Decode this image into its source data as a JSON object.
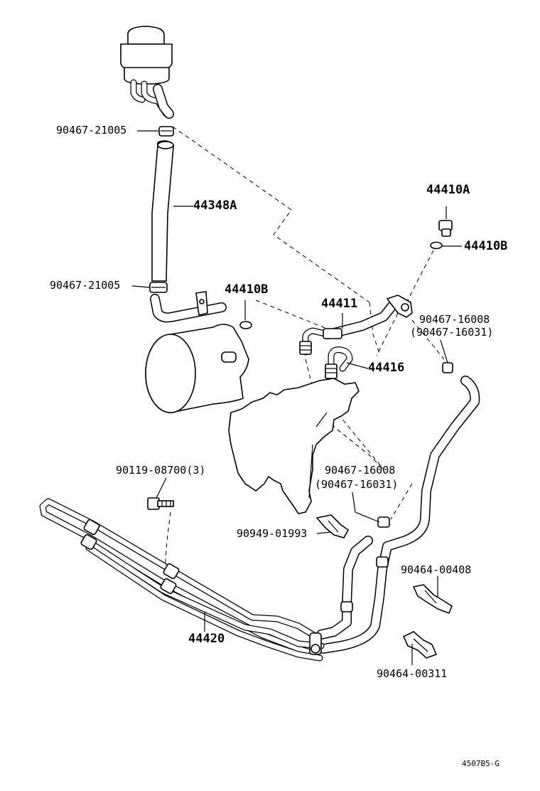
{
  "labels": {
    "clamp_top": "90467-21005",
    "hose_44348a": "44348A",
    "clamp_bottom": "90467-21005",
    "oring_left": "44410B",
    "union_44410a": "44410A",
    "oring_right": "44410B",
    "tube_44411": "44411",
    "clamp_16008_upper": "90467-16008",
    "clamp_16031_upper": "(90467-16031)",
    "tube_44416": "44416",
    "bolt": "90119-08700(3)",
    "clamp_16008_lower": "90467-16008",
    "clamp_16031_lower": "(90467-16031)",
    "clip_90949": "90949-01993",
    "clamp_00408": "90464-00408",
    "cooler_44420": "44420",
    "clamp_00311": "90464-00311",
    "figure_code": "4507B5-G"
  }
}
